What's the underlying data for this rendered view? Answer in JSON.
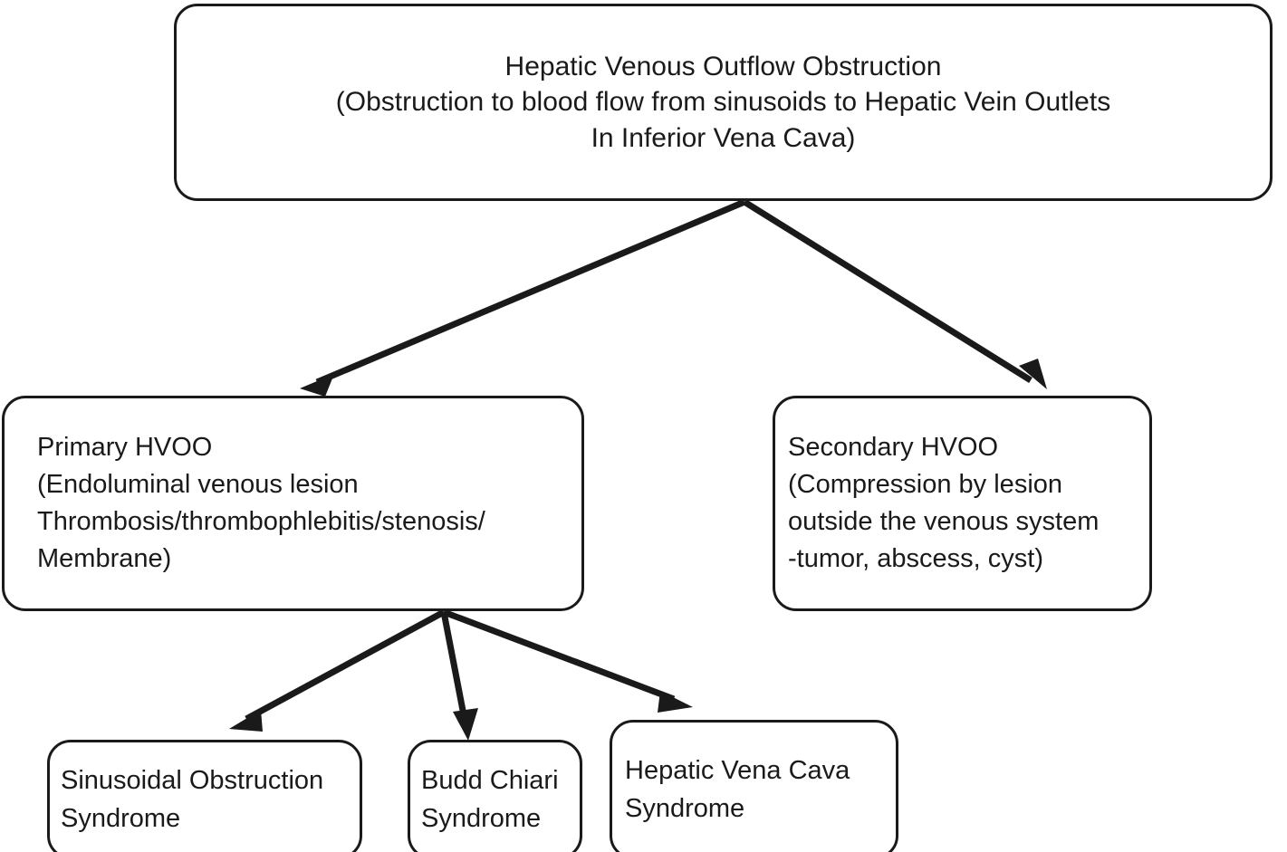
{
  "diagram": {
    "type": "flowchart",
    "title": "Hepatic Venous Outflow Obstruction classification",
    "background_color": "#ffffff",
    "stroke_color": "#1a1a1a",
    "text_color": "#1a1a1a",
    "nodes": {
      "root": {
        "label": "Hepatic Venous Outflow Obstruction\n(Obstruction to blood flow from sinusoids to Hepatic Vein Outlets\nIn Inferior Vena Cava)",
        "align": "center",
        "level": 1
      },
      "primary": {
        "label": "Primary HVOO\n(Endoluminal venous lesion\nThrombosis/thrombophlebitis/stenosis/\nMembrane)",
        "align": "left",
        "level": 2
      },
      "secondary": {
        "label": "Secondary HVOO\n(Compression by lesion\noutside the venous system\n-tumor, abscess, cyst)",
        "align": "left",
        "level": 2
      },
      "sinusoidal_obstruction_syndrome": {
        "label": "Sinusoidal Obstruction\nSyndrome",
        "align": "left",
        "level": 3
      },
      "budd_chiari_syndrome": {
        "label": "Budd Chiari\nSyndrome",
        "align": "left",
        "level": 3
      },
      "hepatic_vena_cava_syndrome": {
        "label": "Hepatic Vena Cava\nSyndrome",
        "align": "left",
        "level": 3
      }
    },
    "edges": [
      {
        "from": "root",
        "to": "primary",
        "style": "solid-arrow"
      },
      {
        "from": "root",
        "to": "secondary",
        "style": "solid-arrow"
      },
      {
        "from": "primary",
        "to": "sinusoidal_obstruction_syndrome",
        "style": "solid-arrow"
      },
      {
        "from": "primary",
        "to": "budd_chiari_syndrome",
        "style": "solid-arrow"
      },
      {
        "from": "primary",
        "to": "hepatic_vena_cava_syndrome",
        "style": "solid-arrow"
      }
    ]
  }
}
